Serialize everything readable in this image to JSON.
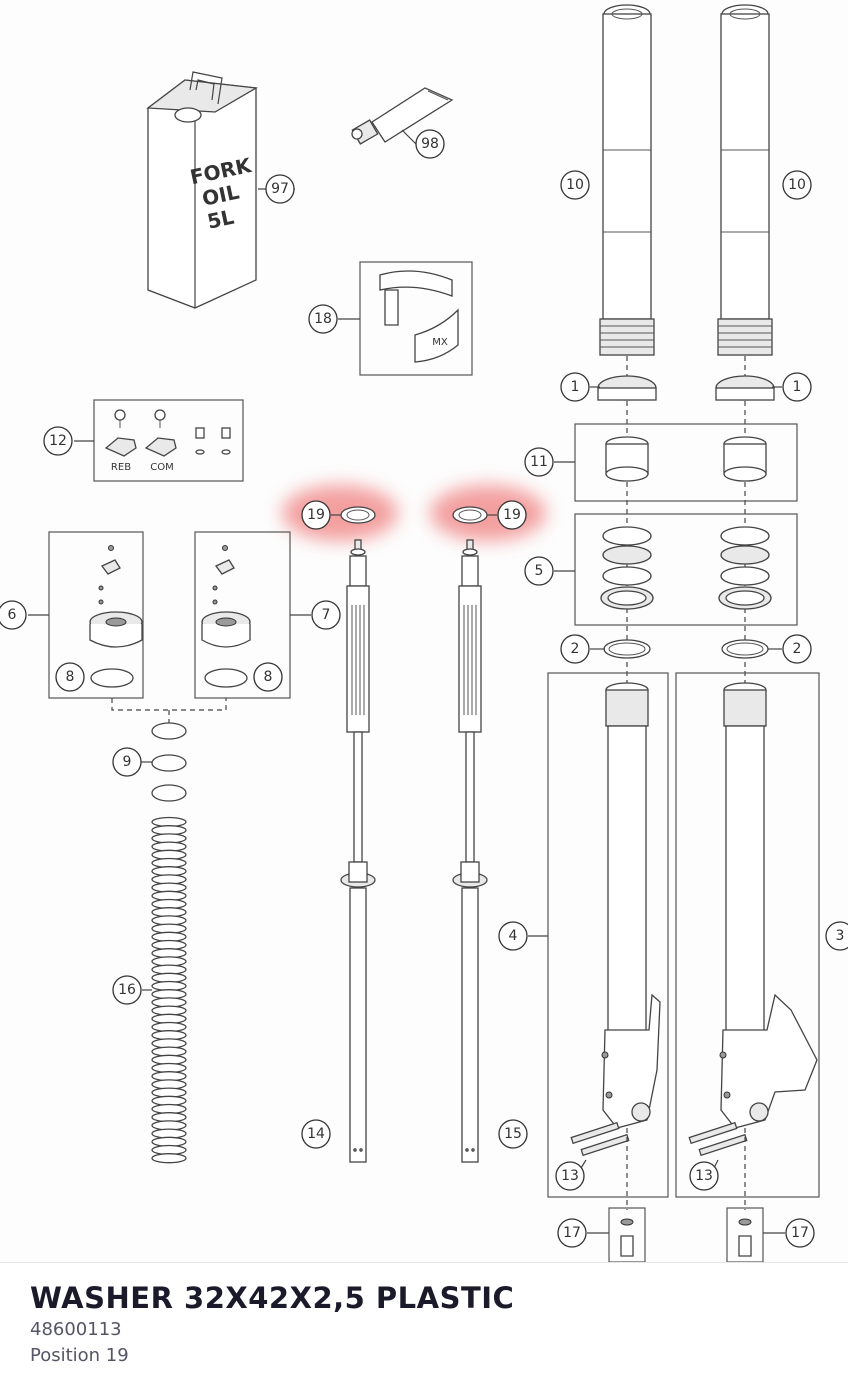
{
  "diagram": {
    "callouts": [
      "1",
      "2",
      "3",
      "4",
      "5",
      "6",
      "7",
      "8",
      "9",
      "10",
      "11",
      "12",
      "13",
      "14",
      "15",
      "16",
      "17",
      "18",
      "19",
      "97",
      "98"
    ],
    "highlight_color": "#f08080",
    "can_label": [
      "FORK",
      "OIL",
      "5L"
    ],
    "cap_labels": {
      "reb": "REB",
      "com": "COM"
    }
  },
  "selection": {
    "name": "WASHER 32X42X2,5 PLASTIC",
    "number": "48600113",
    "position_label": "Position 19"
  }
}
